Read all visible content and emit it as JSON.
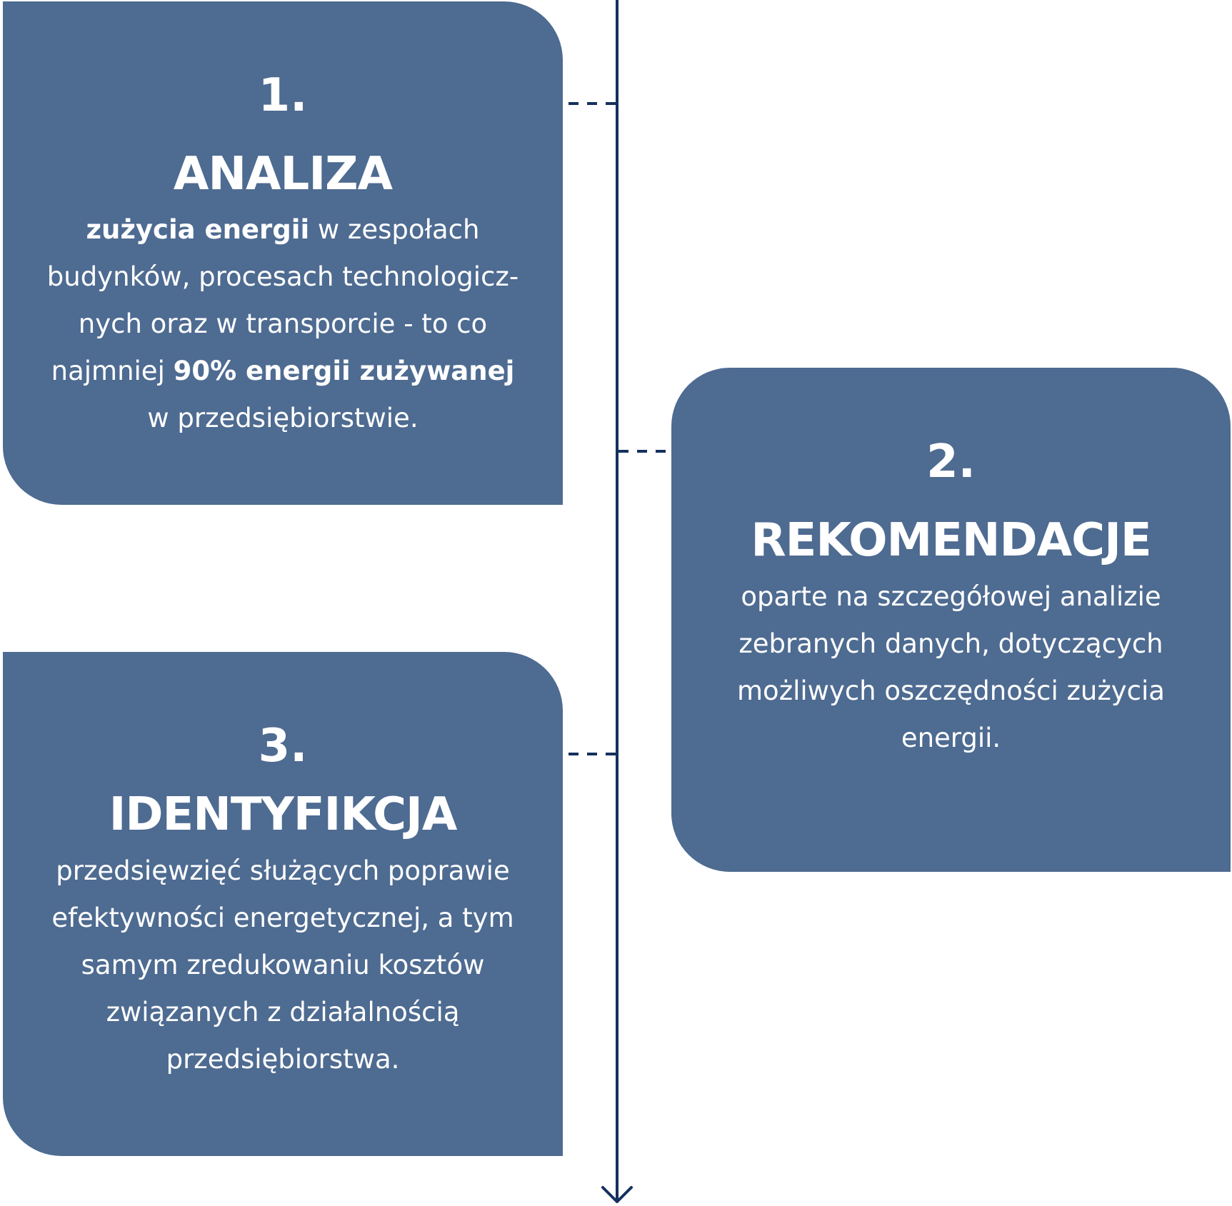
{
  "colors": {
    "card_fill": "#4e6b91",
    "text": "#ffffff",
    "line": "#14305e",
    "background": "#ffffff"
  },
  "steps": [
    {
      "number": "1.",
      "title": "ANALIZA",
      "desc_parts": [
        {
          "b": "zużycia energii"
        },
        {
          "t": " w zespołach budynków, procesach technologicz-nych oraz w transporcie - to co najmniej "
        },
        {
          "b": "90% energii zużywanej"
        },
        {
          "t": " w przedsiębiorstwie."
        }
      ]
    },
    {
      "number": "2.",
      "title": "REKOMENDACJE",
      "desc_parts": [
        {
          "t": "oparte na szczegółowej analizie zebranych danych, dotyczących możliwych oszczędności zużycia energii."
        }
      ]
    },
    {
      "number": "3.",
      "title": "IDENTYFIKCJA",
      "desc_parts": [
        {
          "t": "przedsięwzięć służących poprawie efektywności energetycznej, a tym samym zredukowaniu kosztów związanych z działalnością przedsiębiorstwa."
        }
      ]
    }
  ]
}
